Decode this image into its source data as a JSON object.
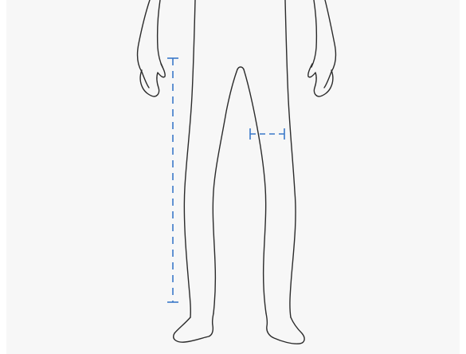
{
  "diagram": {
    "subject": "lower-body-figure-outline",
    "measurements": [
      {
        "name": "inseam-length",
        "orientation": "vertical",
        "style": "dashed"
      },
      {
        "name": "thigh-width",
        "orientation": "horizontal",
        "style": "dashed"
      }
    ]
  },
  "colors": {
    "background": "#f7f7f7",
    "outline": "#2b2b2b",
    "measure": "#3a78c9"
  }
}
